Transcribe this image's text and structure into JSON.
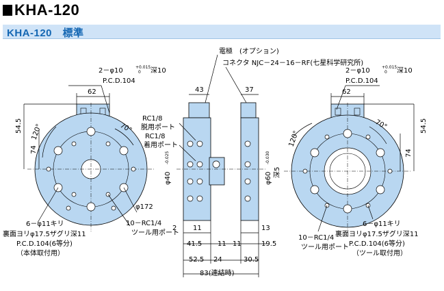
{
  "header": {
    "title": "KHA-120",
    "subtitle": "KHA-120　標準"
  },
  "colors": {
    "body": "#b9d7f1",
    "band": "#cfe3f7",
    "subtitle": "#1467b3"
  },
  "left": {
    "pin_a": "2－φ10",
    "pin_sup": "+0.015",
    "pin_sub": "0",
    "pin_b": "深10",
    "pcd": "P.C.D.104",
    "dim62": "62",
    "dim545": "54.5",
    "dim74": "74",
    "ang120": "120°",
    "ang70": "70°",
    "dia172": "φ172",
    "holes_1": "6－φ11キリ",
    "holes_2": "裏面ヨリφ17.5ザグリ深11",
    "holes_3": "P.C.D.104(6等分)",
    "holes_4": "（本体取付用）",
    "rc_1": "10－RC1/4",
    "rc_2": "ツール用ポート"
  },
  "middle": {
    "elec_1": "電極　(オプション)",
    "elec_2": "コネクタ NJC－24－16－RF(七星科学研究所)",
    "d43": "43",
    "d37": "37",
    "rc18a": "RC1/8",
    "rc18a_sub": "脱用ポート",
    "rc18b": "RC1/8",
    "rc18b_sub": "着用ポート",
    "phi40": "φ40",
    "phi40_tol": "-0.025",
    "phi60": "φ60",
    "phi60_tol": "-0.030",
    "fuka5": "深5",
    "d2": "2",
    "d11a": "11",
    "d13": "13",
    "d415": "41.5",
    "d11b": "11",
    "d11c": "11",
    "d195": "19.5",
    "d525": "52.5",
    "d24": "24",
    "d305": "30.5",
    "d83": "83(連結時)"
  },
  "right": {
    "pin_a": "2－φ10",
    "pin_sup": "+0.015",
    "pin_sub": "0",
    "pin_b": "深10",
    "pcd": "P.C.D.104",
    "dim62": "62",
    "dim545": "54.5",
    "dim74": "74",
    "ang120": "120°",
    "ang70": "70°",
    "rc_1": "10－RC1/4",
    "rc_2": "ツール用ポート",
    "holes_1": "6－φ11キリ",
    "holes_2": "裏面ヨリφ17.5ザグリ深11",
    "holes_3": "P.C.D.104(6等分)",
    "holes_4": "（ツール取付用）"
  }
}
